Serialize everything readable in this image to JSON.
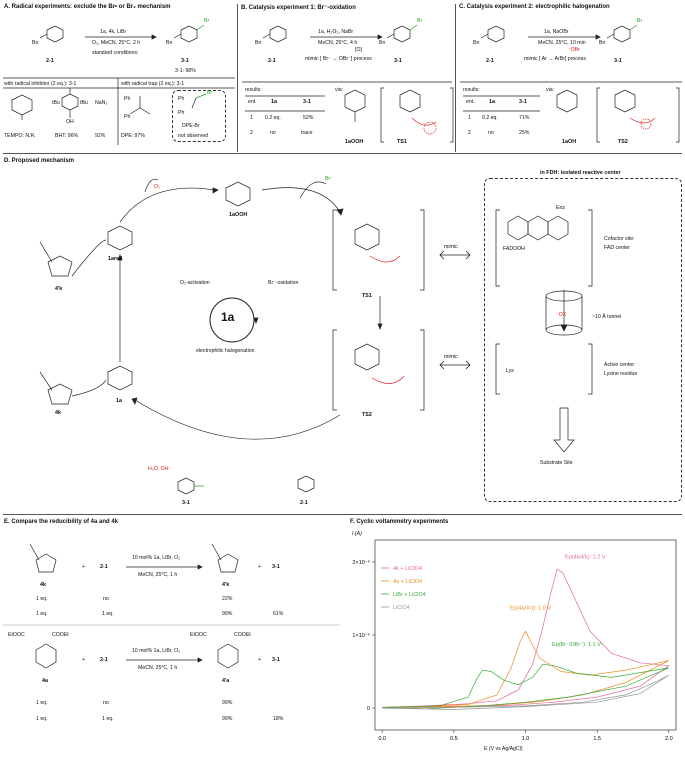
{
  "panelA": {
    "title": "A. Radical experiments: exclude the Br• or Br₂ mechanism",
    "reactant": "2-1",
    "product": "3-1",
    "reagents_top": "1a, 4k, LiBr",
    "reagents_bottom": "O₂, MeCN, 25°C, 2 h",
    "standard": "standard conditions:",
    "std_yield": "3-1: 98%",
    "inhibitor_title": "with radical inhibitor (2 eq.): 3-1",
    "trap_title": "with radical trap (2 eq.): 3-1",
    "tempo": "TEMPO: N.R.",
    "bht": "BHT: 96%",
    "nan3": "NaN₃",
    "nan3_yield": "92%",
    "dpe": "DPE: 97%",
    "dpebr": "DPE-Br",
    "not_observed": "not observed",
    "ph": "Ph",
    "br": "Br",
    "tbu": "tBu",
    "oh": "OH",
    "bn": "Bn"
  },
  "panelB": {
    "title": "B. Catalysis experiment 1: Br⁻-oxidation",
    "reactant": "2-1",
    "product": "3-1",
    "reagents_top": "1a, H₂O₂, NaBr",
    "reagents_bottom": "MeCN, 25°C, 4 h",
    "ox": "[O]",
    "mimic": "mimic [ Br⁻ → OBr⁻] process",
    "results": "results:",
    "via": "via:",
    "cols": [
      "ent.",
      "1a",
      "3-1"
    ],
    "rows": [
      [
        "1",
        "0.2 eq.",
        "52%"
      ],
      [
        "2",
        "no",
        "trace"
      ]
    ],
    "label1": "1aOOH",
    "label2": "TS1"
  },
  "panelC": {
    "title": "C. Catalysis experiment 2: electrophilic halogenation",
    "reactant": "2-1",
    "product": "3-1",
    "reagents_top": "1a, NaOBr",
    "reagents_bottom": "MeCN, 25°C, 10 min",
    "obr": "⁻OBr",
    "mimic": "mimic [ Ar → ArBr] process",
    "results": "results:",
    "via": "via:",
    "cols": [
      "ent.",
      "1a",
      "3-1"
    ],
    "rows": [
      [
        "1",
        "0.2 eq.",
        "71%"
      ],
      [
        "2",
        "no",
        "25%"
      ]
    ],
    "label1": "1aOH",
    "label2": "TS2"
  },
  "panelD": {
    "title": "D. Proposed mechanism",
    "o2": "O₂",
    "br_minus": "Br⁻",
    "label_1aooh": "1aOOH",
    "label_1ared": "1ared",
    "label_4pk": "4'k",
    "label_4k": "4k",
    "label_1a": "1a",
    "label_ts1": "TS1",
    "label_ts2": "TS2",
    "o2act": "O₂-activation",
    "brox": "Br⁻-oxidation",
    "center": "1a",
    "electro": "electrophilic halogenation",
    "h2o": "H₂O, OH⁻",
    "prod": "3-1",
    "reac": "2-1",
    "mimic1": "mimic",
    "mimic2": "mimic",
    "fdh_title": "in FDH: isolated reactive center",
    "enz": "Enz",
    "fad": "FADOOH",
    "cofactor1": "Cofactor site:",
    "cofactor2": "FAD center",
    "tunnel_ion": "⁻OX",
    "tunnel": "~10 Å tunnel",
    "lys": "Lys",
    "active1": "Active center:",
    "active2": "Lysine residue",
    "substrate": "Substrate Site"
  },
  "panelE": {
    "title": "E. Compare the reducibility of 4a and 4k",
    "plus": "+",
    "cond1_top": "10 mol% 1a, LiBr, O₂",
    "cond1_bottom": "MeCN, 25°C, 1 h",
    "cond2_top": "10 mol% 1a, LiBr, O₂",
    "cond2_bottom": "MeCN, 25°C, 1 h",
    "l_4k": "4k",
    "l_21": "2-1",
    "l_4pk": "4'k",
    "l_31": "3-1",
    "l_4a": "4a",
    "l_4pa": "4'a",
    "rows1": [
      [
        "1 eq.",
        "no",
        "22%",
        ""
      ],
      [
        "1 eq.",
        "1 eq.",
        "99%",
        "61%"
      ]
    ],
    "rows2": [
      [
        "1 eq.",
        "no",
        "99%",
        ""
      ],
      [
        "1 eq.",
        "1 eq.",
        "99%",
        "18%"
      ]
    ],
    "etooc": "EtOOC",
    "cooet": "COOEt"
  },
  "chart_data": {
    "type": "line",
    "title": "F. Cyclic voltammetry experiments",
    "xlabel": "E (V vs Ag/AgCl)",
    "ylabel": "I (A)",
    "xlim": [
      -0.05,
      2.05
    ],
    "ylim": [
      -3e-06,
      2.3e-05
    ],
    "xticks": [
      0.0,
      0.5,
      1.0,
      1.5,
      2.0
    ],
    "yticks": [
      0,
      1e-05,
      2e-05
    ],
    "ytick_labels": [
      "0",
      "1×10⁻⁵",
      "2×10⁻⁵"
    ],
    "grid": false,
    "legend": "top-left",
    "series": [
      {
        "name": "4k + LiClO4",
        "color": "#e8669a",
        "x": [
          0.0,
          0.3,
          0.6,
          0.8,
          0.95,
          1.05,
          1.12,
          1.18,
          1.22,
          1.26,
          1.32,
          1.45,
          1.6,
          1.8,
          2.0,
          1.8,
          1.5,
          1.2,
          0.9,
          0.5,
          0.2,
          0.0
        ],
        "y": [
          1e-07,
          3e-07,
          6e-07,
          1e-06,
          2.5e-06,
          6e-06,
          1.1e-05,
          1.6e-05,
          1.9e-05,
          1.85e-05,
          1.6e-05,
          1.05e-05,
          7.5e-06,
          6.2e-06,
          5.8e-06,
          3e-06,
          1.5e-06,
          8e-07,
          4e-07,
          2e-07,
          0.0,
          1e-07
        ]
      },
      {
        "name": "4a + LiClO4",
        "color": "#f08c1e",
        "x": [
          0.0,
          0.3,
          0.6,
          0.8,
          0.9,
          0.96,
          1.0,
          1.04,
          1.1,
          1.25,
          1.45,
          1.7,
          2.0,
          1.7,
          1.4,
          1.1,
          0.8,
          0.4,
          0.0
        ],
        "y": [
          1e-07,
          2e-07,
          5e-07,
          1.8e-06,
          5.5e-06,
          9e-06,
          1.05e-05,
          9e-06,
          6.8e-06,
          5e-06,
          4.5e-06,
          5.2e-06,
          6.5e-06,
          3.5e-06,
          1.8e-06,
          9e-07,
          4e-07,
          2e-07,
          1e-07
        ]
      },
      {
        "name": "LiBr + LiClO4",
        "color": "#3aaa3a",
        "x": [
          0.0,
          0.4,
          0.6,
          0.66,
          0.7,
          0.76,
          0.85,
          0.95,
          1.05,
          1.12,
          1.2,
          1.35,
          1.6,
          2.0,
          1.7,
          1.3,
          1.0,
          0.7,
          0.3,
          0.0
        ],
        "y": [
          1e-07,
          3e-07,
          1.5e-06,
          4e-06,
          5.2e-06,
          5e-06,
          3.8e-06,
          3.2e-06,
          4.2e-06,
          6e-06,
          5.8e-06,
          4.8e-06,
          4.2e-06,
          5.5e-06,
          3e-06,
          1.5e-06,
          8e-07,
          3e-07,
          -1e-07,
          1e-07
        ]
      },
      {
        "name": "LiClO4",
        "color": "#999999",
        "x": [
          0.0,
          0.5,
          1.0,
          1.4,
          1.7,
          1.9,
          2.0,
          1.8,
          1.5,
          1.0,
          0.5,
          0.0
        ],
        "y": [
          0.0,
          1e-07,
          3e-07,
          8e-07,
          1.8e-06,
          3.5e-06,
          4.5e-06,
          2e-06,
          8e-07,
          2e-07,
          -2e-07,
          0.0
        ]
      }
    ],
    "annotations": [
      {
        "text": "Ep(4k/4'k): 1.2 V",
        "color": "#e8669a"
      },
      {
        "text": "Ep(4a/4'a): 1.0 V",
        "color": "#f08c1e"
      },
      {
        "text": "Ep(Br⁻/OBr⁻): 1.1 V",
        "color": "#3aaa3a"
      }
    ]
  }
}
